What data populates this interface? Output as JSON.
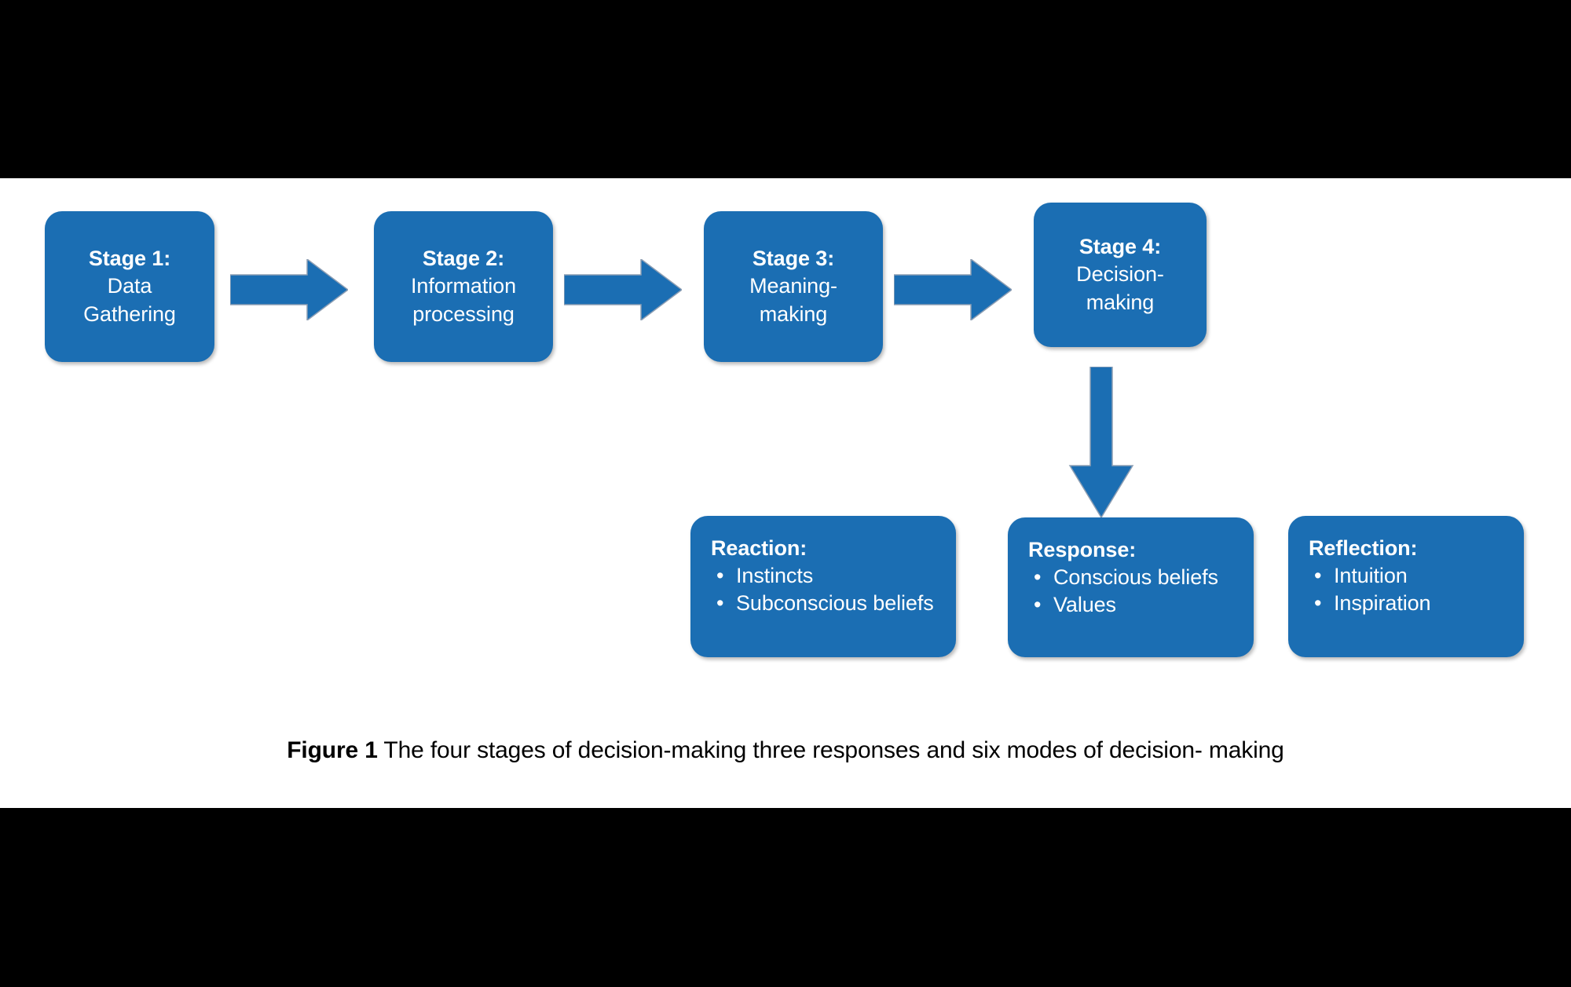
{
  "figure": {
    "caption_label": "Figure 1",
    "caption_text": " The four stages of decision-making three responses and six modes of decision- making"
  },
  "colors": {
    "box_blue": "#1b6eb3",
    "arrow_blue": "#1b6eb3",
    "panel_background": "#ffffff",
    "page_background": "#000000",
    "box_text": "#ffffff",
    "caption_text": "#000000"
  },
  "stages": [
    {
      "title": "Stage 1:",
      "lines": [
        "Data",
        "Gathering"
      ]
    },
    {
      "title": "Stage 2:",
      "lines": [
        "Information",
        "processing"
      ]
    },
    {
      "title": "Stage 3:",
      "lines": [
        "Meaning-",
        "making"
      ]
    },
    {
      "title": "Stage 4:",
      "lines": [
        "Decision-",
        "making"
      ]
    }
  ],
  "connectors": [
    {
      "name": "arrow-stage1-to-stage2",
      "direction": "right"
    },
    {
      "name": "arrow-stage2-to-stage3",
      "direction": "right"
    },
    {
      "name": "arrow-stage3-to-stage4",
      "direction": "right"
    },
    {
      "name": "arrow-stage4-to-response",
      "direction": "down"
    }
  ],
  "modes": [
    {
      "title": "Reaction:",
      "bullet": "•",
      "items": [
        "Instincts",
        "Subconscious beliefs"
      ]
    },
    {
      "title": "Response:",
      "bullet": "•",
      "items": [
        "Conscious beliefs",
        "Values"
      ]
    },
    {
      "title": "Reflection:",
      "bullet": "•",
      "items": [
        "Intuition",
        "Inspiration"
      ]
    }
  ]
}
